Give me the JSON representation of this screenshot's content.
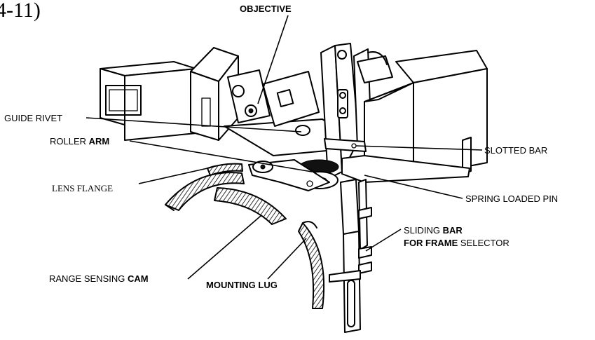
{
  "header": {
    "fragment": "4-11)"
  },
  "labels": {
    "objective": "OBJECTIVE",
    "guide_rivet": "GUIDE RIVET",
    "roller_arm_a": "ROLLER ",
    "roller_arm_b": "ARM",
    "lens_flange": "LENS FLANGE",
    "slotted_bar": "SLOTTED BAR",
    "spring_loaded_pin": "SPRING LOADED PIN",
    "sliding_bar_a": "SLIDING ",
    "sliding_bar_b": "BAR",
    "frame_selector_a": "FOR FRAME",
    "frame_selector_b": " SELECTOR",
    "range_cam_a": "RANGE SENSING ",
    "range_cam_b": "CAM",
    "mounting_lug": "MOUNTING LUG"
  }
}
